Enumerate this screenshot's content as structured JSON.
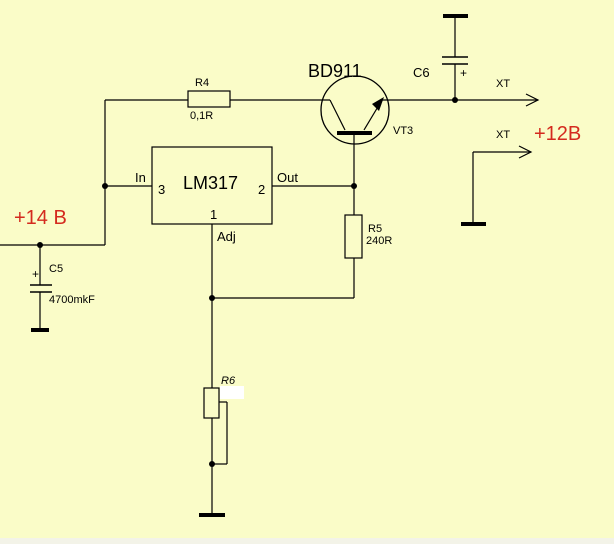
{
  "diagram": {
    "colors": {
      "background": "#fafcc8",
      "wire": "#000000",
      "power_label": "#d42a1e"
    },
    "regulator": {
      "name": "LM317",
      "pin_in": "3",
      "pin_out": "2",
      "pin_adj": "1",
      "label_in": "In",
      "label_out": "Out",
      "label_adj": "Adj"
    },
    "transistor": {
      "part": "BD911",
      "ref": "VT3"
    },
    "resistors": {
      "r4": {
        "ref": "R4",
        "value": "0,1R"
      },
      "r5": {
        "ref": "R5",
        "value": "240R"
      },
      "r6": {
        "ref": "R6"
      }
    },
    "capacitors": {
      "c5": {
        "ref": "C5",
        "value": "4700mkF",
        "polarity": "+"
      },
      "c6": {
        "ref": "C6",
        "polarity": "+"
      }
    },
    "connectors": {
      "xt_top": "XT",
      "xt_bottom": "XT"
    },
    "power": {
      "input": "+14 В",
      "output": "+12В"
    }
  }
}
